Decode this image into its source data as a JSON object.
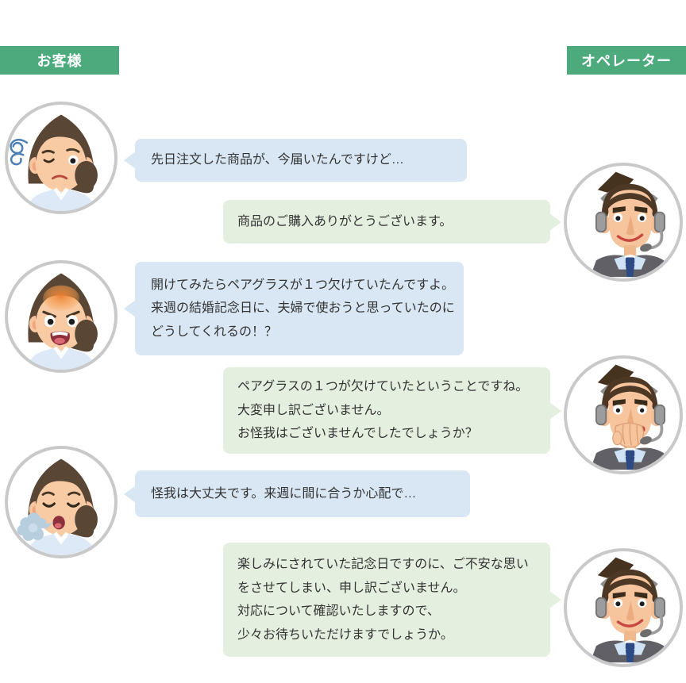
{
  "colors": {
    "label_bg": "#4caa7d",
    "label_text": "#ffffff",
    "customer_bubble_bg": "#d9e7f4",
    "operator_bubble_bg": "#e5efdf",
    "bubble_text": "#333333",
    "avatar_ring": "#c9c9c9"
  },
  "headers": {
    "customer_label": "お客様",
    "operator_label": "オペレーター"
  },
  "conversation": [
    {
      "speaker": "customer",
      "avatar_icon": "woman-worried-avatar",
      "lines": [
        "先日注文した商品が、今届いたんですけど…"
      ]
    },
    {
      "speaker": "operator",
      "avatar_icon": "operator-man-smiling-avatar",
      "lines": [
        "商品のご購入ありがとうございます。"
      ]
    },
    {
      "speaker": "customer",
      "avatar_icon": "woman-angry-avatar",
      "lines": [
        "開けてみたらペアグラスが１つ欠けていたんですよ。",
        "来週の結婚記念日に、夫婦で使おうと思っていたのに",
        "どうしてくれるの！？"
      ]
    },
    {
      "speaker": "operator",
      "avatar_icon": "operator-man-concerned-avatar",
      "lines": [
        "ペアグラスの１つが欠けていたということですね。",
        "大変申し訳ございません。",
        "お怪我はございませんでしたでしょうか？"
      ]
    },
    {
      "speaker": "customer",
      "avatar_icon": "woman-sighing-avatar",
      "lines": [
        "怪我は大丈夫です。来週に間に合うか心配で…"
      ]
    },
    {
      "speaker": "operator",
      "avatar_icon": "operator-man-smiling-avatar",
      "lines": [
        "楽しみにされていた記念日ですのに、ご不安な思い",
        "をさせてしまい、申し訳ございません。",
        "対応について確認いたしますので、",
        "少々お待ちいただけますでしょうか。"
      ]
    }
  ]
}
